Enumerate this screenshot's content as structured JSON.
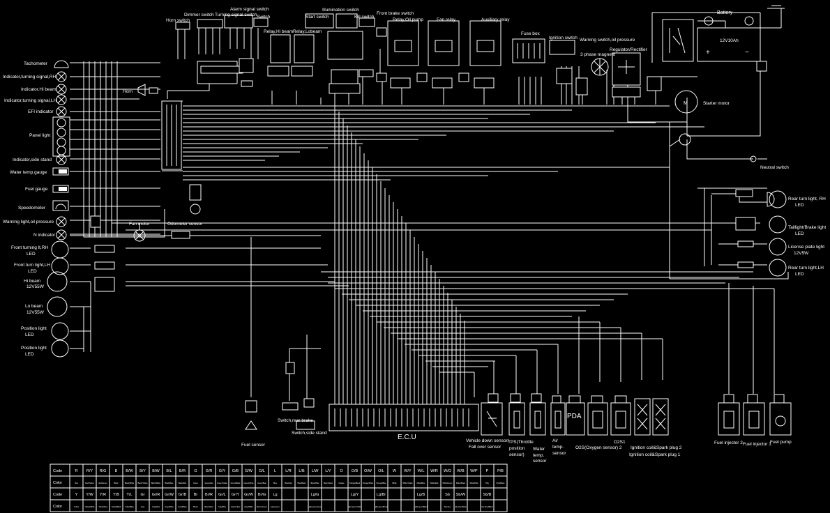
{
  "labels": {
    "battery": "Battery",
    "battery_spec": "12V10Ah",
    "battery_plus": "+",
    "battery_minus": "−",
    "starter_motor": "Starter motor",
    "motor_symbol": "M",
    "neutral_switch": "Neutral switch",
    "fuse_box": "Fuse box",
    "ignition_switch": "Ignition switch",
    "warning_switch": "Warning switch,oil pressure",
    "phase_magneto": "3 phase magneto",
    "regulator": "Regulator/Rectifier",
    "auxiliary_relay": "Auxiliary relay",
    "fan_relay": "Fan relay",
    "relay_oil_pump": "Relay,Oil pump",
    "front_brake_switch": "Front brake switch",
    "kill_switch": "Kill switch",
    "illumination_switch": "Illumination switch",
    "start_switch": "Start switch",
    "relay_lobeam": "Relay,Lobeam",
    "relay_hibeam": "Relay,Hi beam",
    "switch": "Switch",
    "alarm_signal_switch": "Alarm signal switch",
    "turning_signal_switch": "Turning signal switch",
    "dimmer_switch": "Dimmer switch",
    "horn_switch": "Horn switch",
    "horn": "Horn",
    "tachometer": "Tachometer",
    "indicator_turn_rh": "Indicator,turning signal,RH",
    "indicator_hibeam": "Indicator,Hi beam",
    "indicator_turn_lh": "Indicator,turning signal,LH",
    "efi_indicator": "EFI indicator",
    "panel_light": "Panel light",
    "indicator_side_stand": "Indicator,side stand",
    "water_temp_gauge": "Water temp.gauge",
    "fuel_gauge": "Fuel gauge",
    "speedometer": "Speedometer",
    "warning_light_oil": "Warning light,oil pressure",
    "n_indicator": "N indicator",
    "fan_motor": "Fan motor",
    "odometer_sensor": "Odometer sensor",
    "front_turn_rh": "Front turning lt,RH",
    "front_turn_rh_led": "LED",
    "front_turn_lh": "Front turn light,LH",
    "front_turn_lh_led": "LED",
    "hi_beam": "Hi beam",
    "hi_beam_spec": "12V55W",
    "lo_beam": "Lo beam",
    "lo_beam_spec": "12V55W",
    "position_light_1": "Position light",
    "position_light_1_led": "LED",
    "position_light_2": "Position light",
    "position_light_2_led": "LED",
    "rear_turn_rh": "Rear turn light, RH",
    "rear_turn_rh_led": "LED",
    "tail_brake_light": "Taillight/Brake light",
    "tail_brake_light_led": "LED",
    "license_plate_light": "License plate light",
    "license_plate_light_spec": "12V5W",
    "rear_turn_lh": "Rear turn light,LH",
    "rear_turn_lh_led": "LED",
    "fuel_sensor": "Fuel sensor",
    "switch_rear_brake": "Switch,rear brake",
    "switch_side_stand": "Switch,side stand",
    "ecu": "E.C.U",
    "vehicle_down_sensor": "Vehicle down sensor/",
    "fall_over_sensor": "Fall over sensor",
    "tps_1": "TPS(Throttle",
    "tps_2": "position",
    "tps_3": "sensor)",
    "water_temp_sensor_1": "Water",
    "water_temp_sensor_2": "temp.",
    "water_temp_sensor_3": "sensor",
    "air_temp_sensor_1": "Air",
    "air_temp_sensor_2": "temp.",
    "air_temp_sensor_3": "sensor",
    "pda": "PDA",
    "o2s2": "O2S(Oxygen sensor) 2",
    "o2s1": "O2S1",
    "ignition_coil_2": "Ignition coil&Spark plug 2",
    "ignition_coil_1": "Ignition coil&Spark plug 1",
    "fuel_injector_2": "Fuel injector 2",
    "fuel_injector_1": "Fuel injector 1",
    "fuel_pump": "Fuel pump"
  },
  "color_table": {
    "rows": [
      {
        "head": "Code",
        "cells": [
          "R",
          "R/Y",
          "R/G",
          "B",
          "B/W",
          "B/Y",
          "B/W",
          "B/L",
          "B/R",
          "G",
          "G/R",
          "G/Y",
          "G/B",
          "G/W",
          "G/L",
          "L",
          "L/R",
          "L/B",
          "L/W",
          "L/Y",
          "O",
          "O/B",
          "O/W",
          "O/L",
          "W",
          "W/Y",
          "W/L",
          "W/R",
          "W/G",
          "W/B",
          "W/P",
          "P",
          "P/B"
        ]
      },
      {
        "head": "Color",
        "cells": [
          "Red",
          "Red/Yellow",
          "Red/Green",
          "Black",
          "Black/White",
          "Black/Yellow",
          "Black/White",
          "Black/Blue",
          "Black/Red",
          "Green",
          "Green/Red",
          "Green/Yellow",
          "Green/Black",
          "Green/White",
          "Green/Blue",
          "Blue",
          "Blue/Red",
          "Blue/Black",
          "Blue/White",
          "Blue/Yellow",
          "Orange",
          "Orange/Black",
          "Orange/White",
          "Orange/Blue",
          "White",
          "White/Yellow",
          "White/Blue",
          "White/Red",
          "White/Green",
          "White/Black",
          "White/Pink",
          "Pink",
          "Pink/Black"
        ]
      },
      {
        "head": "Code",
        "cells": [
          "Y",
          "Y/W",
          "Y/R",
          "Y/B",
          "Y/L",
          "Gr",
          "Gr/R",
          "Gr/W",
          "Gr/B",
          "Br",
          "Br/R",
          "Gr/L",
          "Gr/Y",
          "Gr/W",
          "Br/G",
          "Lg",
          "",
          "",
          "Lg/G",
          "",
          "",
          "Lg/Y",
          "",
          "Lg/Br",
          "",
          "",
          "Lg/B",
          "",
          "Sb",
          "Sb/W",
          "",
          "Sb/B",
          ""
        ]
      },
      {
        "head": "Color",
        "cells": [
          "Yellow",
          "Yellow/White",
          "Yellow/Red",
          "Yellow/Black",
          "Yellow/Blue",
          "Gray",
          "Gray/Red",
          "Gray/White",
          "Gray/Black",
          "Brown",
          "Brown/Red",
          "Gray/Blue",
          "Gray/Yellow",
          "Gray/White",
          "Brown/Green",
          "Light green",
          "",
          "",
          "Light green/Green",
          "",
          "",
          "Light green/Yellow",
          "",
          "Light green/Brown",
          "",
          "",
          "Light green/Black",
          "",
          "Sky blue",
          "Sky blue/White",
          "",
          "Sky blue/Black",
          ""
        ]
      }
    ]
  }
}
